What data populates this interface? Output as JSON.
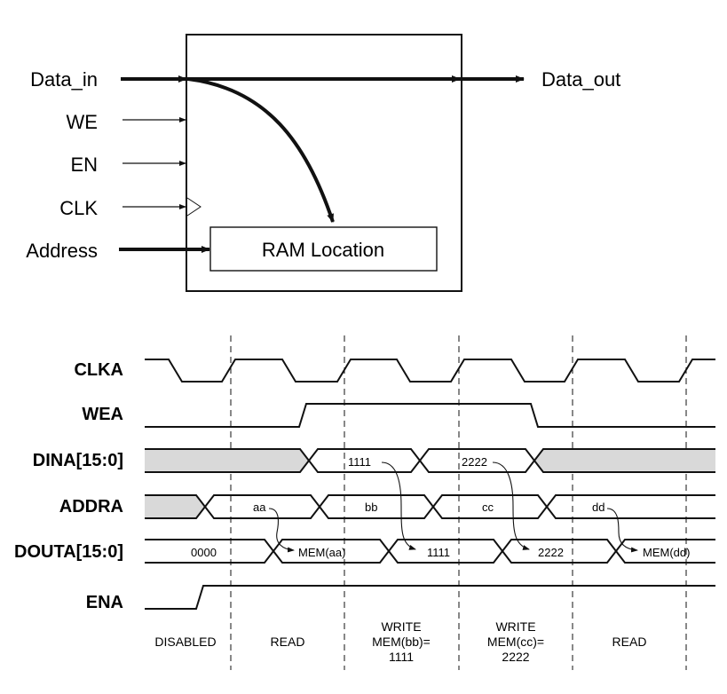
{
  "block": {
    "left_inputs": [
      "Data_in",
      "WE",
      "EN",
      "CLK",
      "Address"
    ],
    "output": "Data_out",
    "ram_label": "RAM Location"
  },
  "timing": {
    "signals": [
      "CLKA",
      "WEA",
      "DINA[15:0]",
      "ADDRA",
      "DOUTA[15:0]",
      "ENA"
    ],
    "dina_values": [
      "1111",
      "2222"
    ],
    "addra_values": [
      "aa",
      "bb",
      "cc",
      "dd"
    ],
    "douta_values": [
      "0000",
      "MEM(aa)",
      "1111",
      "2222",
      "MEM(dd)"
    ],
    "phases": [
      {
        "lines": [
          "DISABLED"
        ]
      },
      {
        "lines": [
          "READ"
        ]
      },
      {
        "lines": [
          "WRITE",
          "MEM(bb)=",
          "1111"
        ]
      },
      {
        "lines": [
          "WRITE",
          "MEM(cc)=",
          "2222"
        ]
      },
      {
        "lines": [
          "READ"
        ]
      }
    ]
  },
  "colors": {
    "ink": "#111111",
    "shade": "#d9d9d9",
    "background": "#ffffff"
  }
}
